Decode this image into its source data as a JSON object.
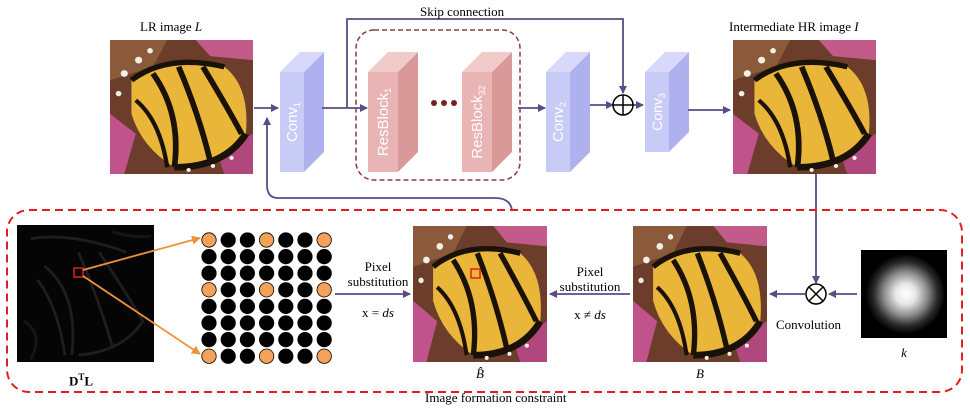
{
  "labels": {
    "lr_image": "LR image",
    "lr_image_var": "L",
    "skip_connection": "Skip connection",
    "intermediate_hr": "Intermediate HR image",
    "intermediate_hr_var": "I",
    "conv1": "Conv",
    "conv1_sub": "1",
    "resblock1": "ResBlock",
    "resblock1_sub": "1",
    "resblock32": "ResBlock",
    "resblock32_sub": "32",
    "conv2": "Conv",
    "conv2_sub": "2",
    "conv3": "Conv",
    "conv3_sub": "3",
    "pixel_sub_left_1": "Pixel",
    "pixel_sub_left_2": "substitution",
    "eq_left": "x = ds",
    "pixel_sub_right_1": "Pixel",
    "pixel_sub_right_2": "substitution",
    "eq_right": "x ≠ ds",
    "convolution": "Convolution",
    "dtl_base": "D",
    "dtl_sup": "T",
    "dtl_tail": "L",
    "b_hat": "B̂",
    "b": "B",
    "k": "k",
    "image_formation": "Image formation constraint"
  },
  "colors": {
    "block_blue": "#c9cbf7",
    "block_blue_dark": "#aeb1ee",
    "resblock_pink": "#e8b4b4",
    "resblock_pink_dark": "#d99999",
    "arrow_purple": "#5b4a86",
    "dashed_red": "#e02020",
    "dashed_brown": "#8b3a3a",
    "orange_dot": "#f4a259",
    "orange_line": "#f0913a"
  },
  "grid": {
    "rows": 8,
    "cols": 7,
    "orange_rows": [
      0,
      3,
      7
    ],
    "orange_cols": [
      0,
      3,
      6
    ]
  }
}
